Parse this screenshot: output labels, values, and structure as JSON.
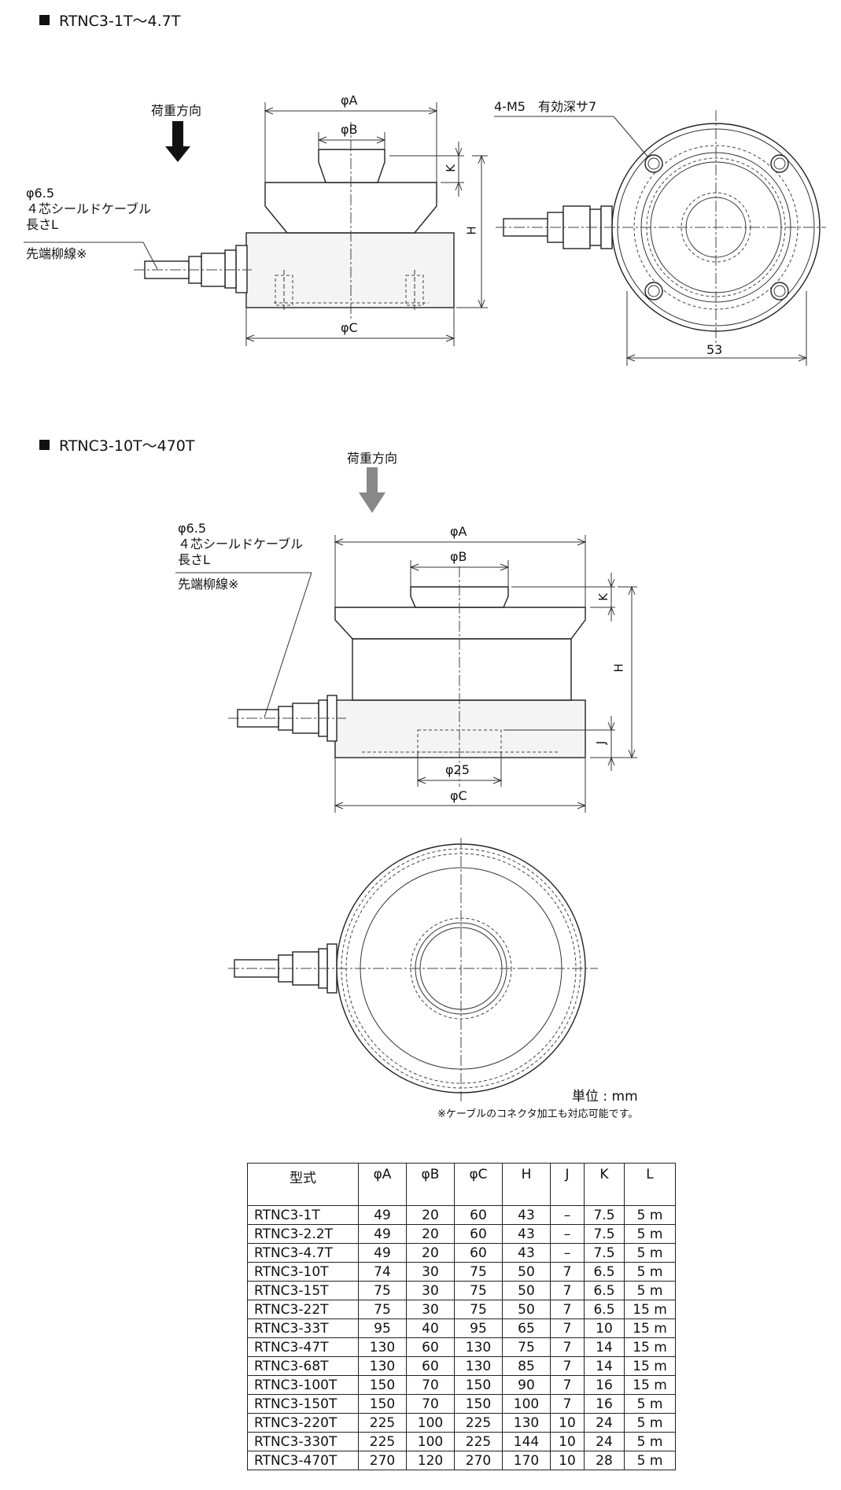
{
  "section1": {
    "title": "RTNC3-1T〜4.7T",
    "load_direction": "荷重方向",
    "cable_lines": [
      "φ6.5",
      "４芯シールドケーブル",
      "長さL"
    ],
    "lead_wire": "先端柳線※",
    "dim_A": "φA",
    "dim_B": "φB",
    "dim_C": "φC",
    "dim_K": "K",
    "dim_H": "H",
    "bolt_note": "4-M5　有効深サ7",
    "dim_53": "53"
  },
  "section2": {
    "title": "RTNC3-10T〜470T",
    "load_direction": "荷重方向",
    "cable_lines": [
      "φ6.5",
      "４芯シールドケーブル",
      "長さL"
    ],
    "lead_wire": "先端柳線※",
    "dim_A": "φA",
    "dim_B": "φB",
    "dim_C": "φC",
    "dim_25": "φ25",
    "dim_K": "K",
    "dim_H": "H",
    "dim_J": "J"
  },
  "unit_label": "単位 : mm",
  "note": "※ケーブルのコネクタ加工も対応可能です。",
  "spec_table": {
    "headers": [
      "型式",
      "φA",
      "φB",
      "φC",
      "H",
      "J",
      "K",
      "L"
    ],
    "rows": [
      [
        "RTNC3-1T",
        "49",
        "20",
        "60",
        "43",
        "–",
        "7.5",
        "5 m"
      ],
      [
        "RTNC3-2.2T",
        "49",
        "20",
        "60",
        "43",
        "–",
        "7.5",
        "5 m"
      ],
      [
        "RTNC3-4.7T",
        "49",
        "20",
        "60",
        "43",
        "–",
        "7.5",
        "5 m"
      ],
      [
        "RTNC3-10T",
        "74",
        "30",
        "75",
        "50",
        "7",
        "6.5",
        "5 m"
      ],
      [
        "RTNC3-15T",
        "75",
        "30",
        "75",
        "50",
        "7",
        "6.5",
        "5 m"
      ],
      [
        "RTNC3-22T",
        "75",
        "30",
        "75",
        "50",
        "7",
        "6.5",
        "15 m"
      ],
      [
        "RTNC3-33T",
        "95",
        "40",
        "95",
        "65",
        "7",
        "10",
        "15 m"
      ],
      [
        "RTNC3-47T",
        "130",
        "60",
        "130",
        "75",
        "7",
        "14",
        "15 m"
      ],
      [
        "RTNC3-68T",
        "130",
        "60",
        "130",
        "85",
        "7",
        "14",
        "15 m"
      ],
      [
        "RTNC3-100T",
        "150",
        "70",
        "150",
        "90",
        "7",
        "16",
        "15 m"
      ],
      [
        "RTNC3-150T",
        "150",
        "70",
        "150",
        "100",
        "7",
        "16",
        "5 m"
      ],
      [
        "RTNC3-220T",
        "225",
        "100",
        "225",
        "130",
        "10",
        "24",
        "5 m"
      ],
      [
        "RTNC3-330T",
        "225",
        "100",
        "225",
        "144",
        "10",
        "24",
        "5 m"
      ],
      [
        "RTNC3-470T",
        "270",
        "120",
        "270",
        "170",
        "10",
        "28",
        "5 m"
      ]
    ]
  }
}
